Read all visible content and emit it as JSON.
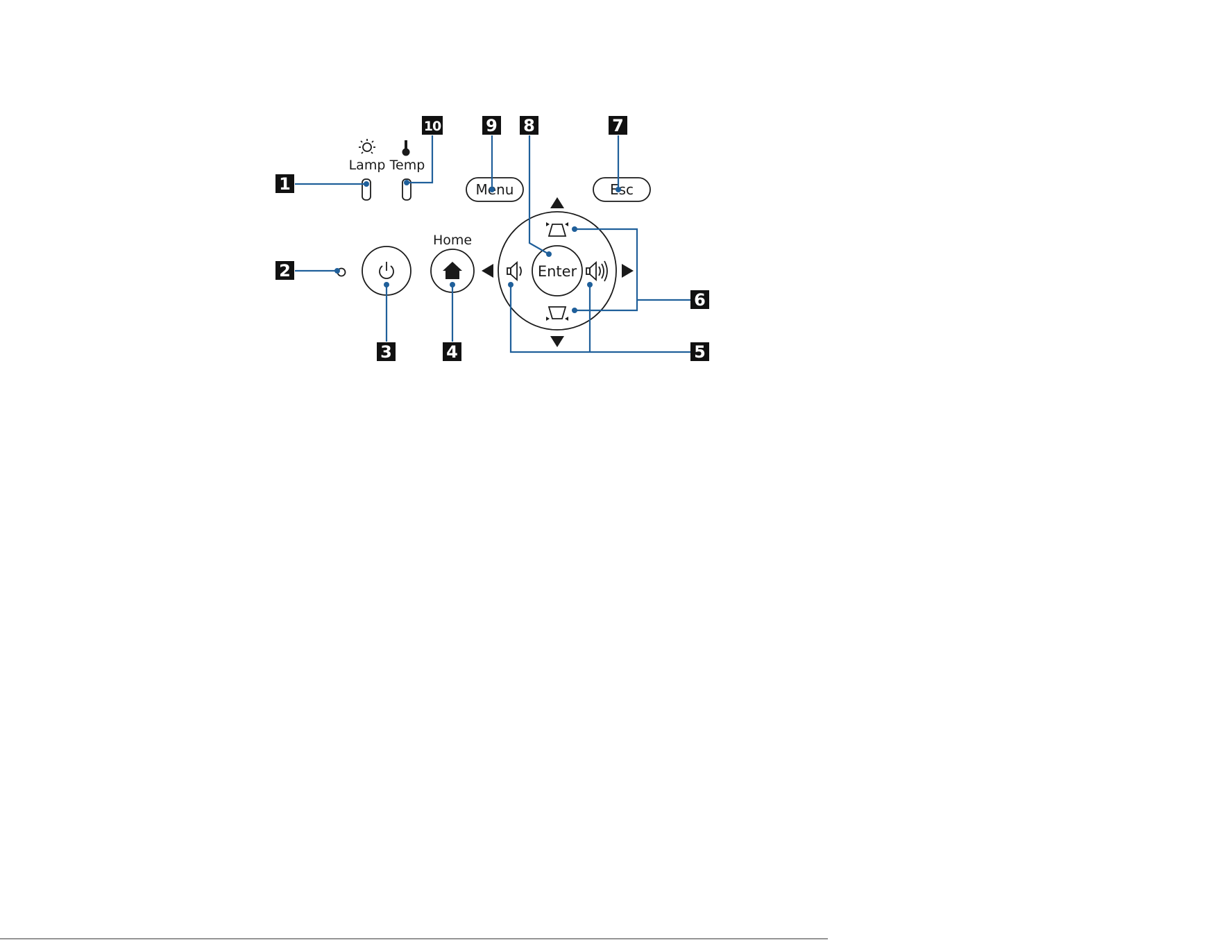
{
  "labels": {
    "lamp": "Lamp",
    "temp": "Temp",
    "home": "Home",
    "menu": "Menu",
    "esc": "Esc",
    "enter": "Enter"
  },
  "callouts": [
    "1",
    "2",
    "3",
    "4",
    "5",
    "6",
    "7",
    "8",
    "9",
    "10"
  ],
  "icons": {
    "lamp_indicator": "lamp-sun-icon",
    "temp_indicator": "thermometer-icon",
    "power": "power-icon",
    "home": "home-icon",
    "volume_down": "volume-down-icon",
    "volume_up": "volume-up-icon",
    "keystone_top": "keystone-top-icon",
    "keystone_bottom": "keystone-bottom-icon",
    "arrows": [
      "arrow-up-icon",
      "arrow-down-icon",
      "arrow-left-icon",
      "arrow-right-icon"
    ]
  },
  "colors": {
    "leader_line": "#1f5f9a",
    "callout_box": "#111111",
    "ink": "#1a1a1a"
  }
}
